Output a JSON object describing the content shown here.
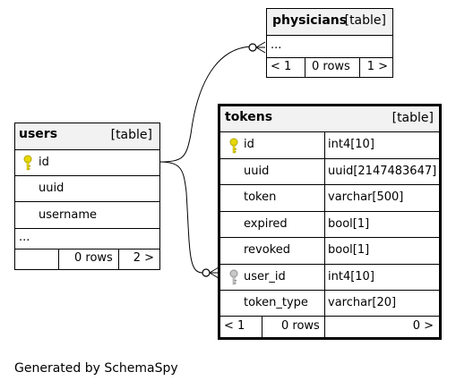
{
  "tables": {
    "physicians": {
      "name": "physicians",
      "kind": "[table]",
      "columns": [
        "..."
      ],
      "footer": {
        "prev": "< 1",
        "rows": "0 rows",
        "next": "1 >"
      }
    },
    "users": {
      "name": "users",
      "kind": "[table]",
      "columns": [
        {
          "name": "id",
          "key": "primary"
        },
        {
          "name": "uuid",
          "key": ""
        },
        {
          "name": "username",
          "key": ""
        }
      ],
      "more": "...",
      "footer": {
        "prev": "",
        "rows": "0 rows",
        "next": "2 >"
      }
    },
    "tokens": {
      "name": "tokens",
      "kind": "[table]",
      "columns": [
        {
          "name": "id",
          "type": "int4[10]",
          "key": "primary"
        },
        {
          "name": "uuid",
          "type": "uuid[2147483647]",
          "key": ""
        },
        {
          "name": "token",
          "type": "varchar[500]",
          "key": ""
        },
        {
          "name": "expired",
          "type": "bool[1]",
          "key": ""
        },
        {
          "name": "revoked",
          "type": "bool[1]",
          "key": ""
        },
        {
          "name": "user_id",
          "type": "int4[10]",
          "key": "foreign"
        },
        {
          "name": "token_type",
          "type": "varchar[20]",
          "key": ""
        }
      ],
      "footer": {
        "prev": "< 1",
        "rows": "0 rows",
        "next": "0 >"
      }
    }
  },
  "colors": {
    "primary_key": "#e6d800",
    "foreign_key": "#b0b0b0",
    "header_bg": "#f2f2f2"
  },
  "generated_by": "Generated by SchemaSpy"
}
